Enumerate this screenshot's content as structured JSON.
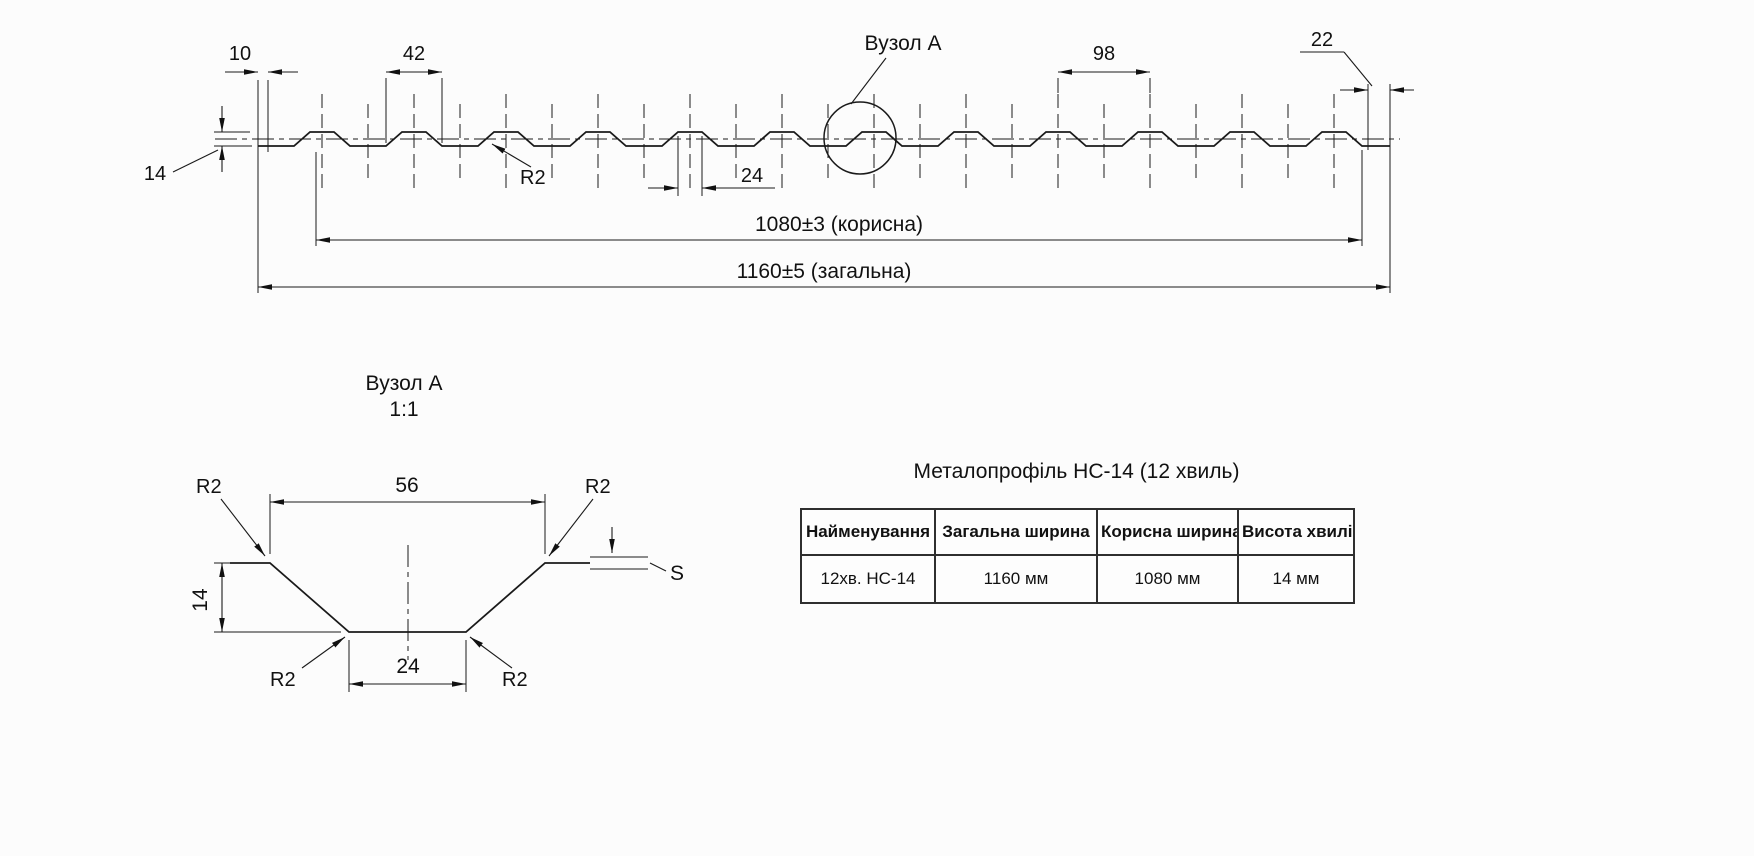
{
  "main_view": {
    "node_callout": "Вузол  А",
    "dim_10": "10",
    "dim_42": "42",
    "dim_98": "98",
    "dim_22": "22",
    "dim_14": "14",
    "dim_24": "24",
    "radius_label": "R2",
    "dim_useful": "1080±3 (корисна)",
    "dim_total": "1160±5 (загальна)"
  },
  "detail_view": {
    "title": "Вузол А",
    "scale": "1:1",
    "dim_56": "56",
    "dim_24": "24",
    "dim_14": "14",
    "radius_label": "R2",
    "thickness_label": "S"
  },
  "spec_table": {
    "title": "Металопрофіль НС-14 (12 хвиль)",
    "headers": [
      "Найменування",
      "Загальна ширина",
      "Корисна ширина",
      "Висота хвилі"
    ],
    "row": [
      "12хв. НС-14",
      "1160 мм",
      "1080 мм",
      "14 мм"
    ]
  }
}
